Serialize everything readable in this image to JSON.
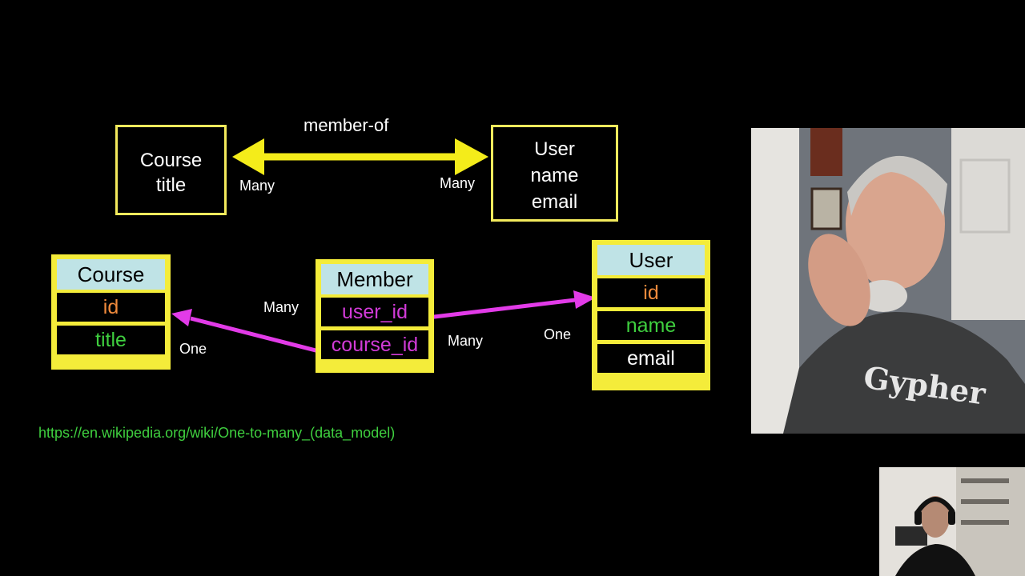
{
  "relationship_label": "member-of",
  "concept_course": {
    "lines": [
      "Course",
      "title"
    ]
  },
  "concept_user": {
    "lines": [
      "User",
      "name",
      "email"
    ]
  },
  "cardinality": {
    "top_left": "Many",
    "top_right": "Many",
    "course_side": "One",
    "member_left": "Many",
    "member_right": "Many",
    "user_side": "One"
  },
  "tables": {
    "course": {
      "name": "Course",
      "fields": [
        {
          "name": "id",
          "color": "#f08a3c"
        },
        {
          "name": "title",
          "color": "#3fcf3f"
        }
      ]
    },
    "member": {
      "name": "Member",
      "fields": [
        {
          "name": "user_id",
          "color": "#d23bd8"
        },
        {
          "name": "course_id",
          "color": "#d23bd8"
        }
      ]
    },
    "user": {
      "name": "User",
      "fields": [
        {
          "name": "id",
          "color": "#f08a3c"
        },
        {
          "name": "name",
          "color": "#3fcf3f"
        },
        {
          "name": "email",
          "color": "#ffffff"
        }
      ]
    }
  },
  "reference_link": "https://en.wikipedia.org/wiki/One-to-many_(data_model)",
  "colors": {
    "background": "#000000",
    "box_border": "#f3ea5c",
    "table_frame": "#f4ec3a",
    "table_header": "#bfe3e6",
    "bidirectional_arrow": "#f4ec1a",
    "fk_arrow": "#e23be8",
    "link": "#3fcf3f"
  }
}
